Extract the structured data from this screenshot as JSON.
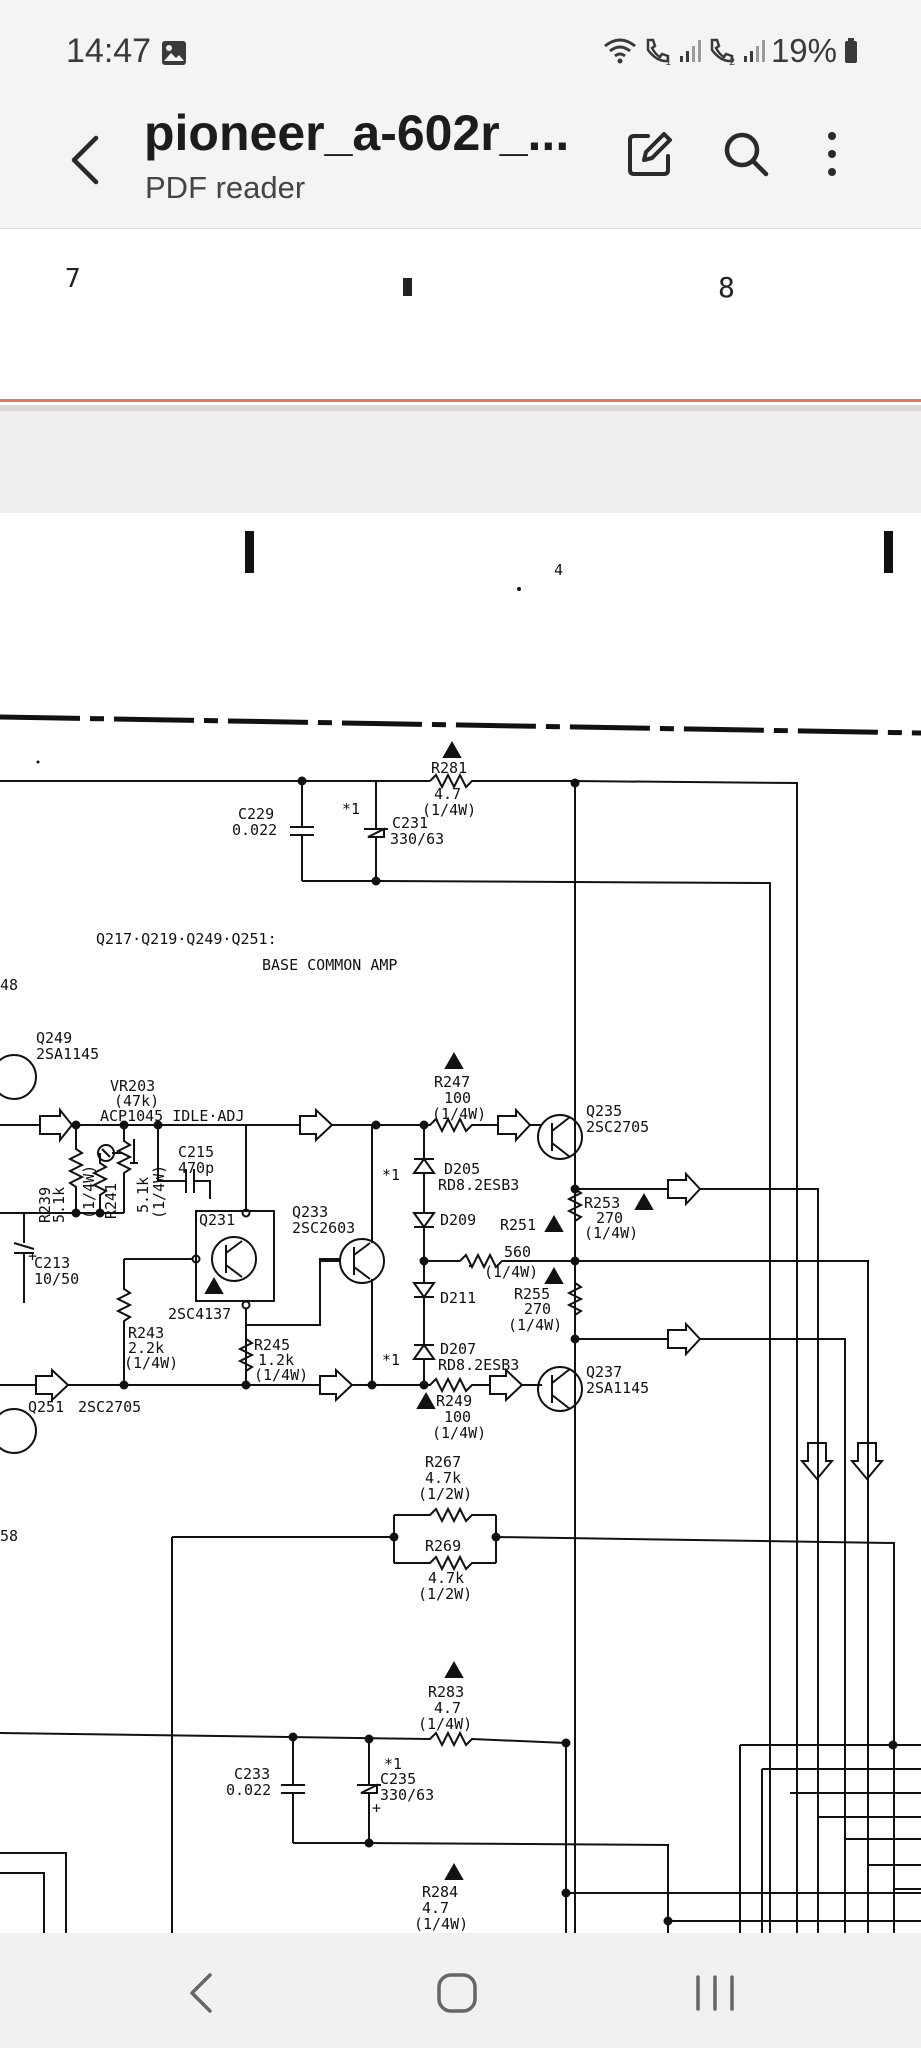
{
  "status": {
    "time": "14:47",
    "battery": "19%",
    "icons": [
      "gallery-icon",
      "wifi-calling-icon",
      "call-sim1-icon",
      "signal-icon",
      "call-sim2-icon",
      "signal-icon",
      "battery-icon"
    ]
  },
  "appbar": {
    "title": "pioneer_a-602r_...",
    "subtitle": "PDF reader",
    "actions": [
      "back-icon",
      "edit-icon",
      "search-icon",
      "more-vert-icon"
    ]
  },
  "page_top": {
    "grid_left": "7",
    "grid_right": "8"
  },
  "schematic": {
    "grid_number": "4",
    "heading1": "Q217·Q219·Q249·Q251:",
    "heading2": "BASE COMMON AMP",
    "labels": {
      "r281": "R281",
      "r281_v": "4.7",
      "r281_w": "(1/4W)",
      "c229": "C229",
      "c229_v": "0.022",
      "star1a": "*1",
      "c231": "C231",
      "c231_v": "330/63",
      "left48": "48",
      "q249": "Q249",
      "q249_t": "2SA1145",
      "vr203": "VR203",
      "vr203_v": "(47k)",
      "vr203_t": "ACP1045 IDLE·ADJ",
      "c215": "C215",
      "c215_v": "470p",
      "q231": "Q231",
      "q231_t": "2SC4137",
      "r239": "R239",
      "r239_v": "5.1k",
      "r239_w": "(1/4W)",
      "r241": "R241",
      "r241_v": "5.1k",
      "r241_w": "(1/4W)",
      "c213": "C213",
      "c213_v": "10/50",
      "q233": "Q233",
      "q233_t": "2SC2603",
      "r247": "R247",
      "r247_v": "100",
      "r247_w": "(1/4W)",
      "d205": "D205",
      "d205_t": "RD8.2ESB3",
      "d209": "D209",
      "d211": "D211",
      "d207": "D207",
      "d207_t": "RD8.2ESB3",
      "star1b": "*1",
      "star1c": "*1",
      "r251": "R251",
      "r251_v": "560",
      "r251_w": "(1/4W)",
      "q235": "Q235",
      "q235_t": "2SC2705",
      "r253": "R253",
      "r253_v": "270",
      "r253_w": "(1/4W)",
      "r255": "R255",
      "r255_v": "270",
      "r255_w": "(1/4W)",
      "q237": "Q237",
      "q237_t": "2SA1145",
      "r243": "R243",
      "r243_v": "2.2k",
      "r243_w": "(1/4W)",
      "r245": "R245",
      "r245_v": "1.2k",
      "r245_w": "(1/4W)",
      "r249": "R249",
      "r249_v": "100",
      "r249_w": "(1/4W)",
      "q251": "Q251",
      "q251_t": "2SC2705",
      "left58": "58",
      "r267": "R267",
      "r267_v": "4.7k",
      "r267_w": "(1/2W)",
      "r269": "R269",
      "r269_v": "4.7k",
      "r269_w": "(1/2W)",
      "r283": "R283",
      "r283_v": "4.7",
      "r283_w": "(1/4W)",
      "c233": "C233",
      "c233_v": "0.022",
      "star1d": "*1",
      "c235": "C235",
      "c235_v": "330/63",
      "r284": "R284",
      "r284_v": "4.7",
      "r284_w": "(1/4W)"
    }
  },
  "navbar": {
    "buttons": [
      "nav-back-icon",
      "nav-home-icon",
      "nav-recents-icon"
    ]
  }
}
